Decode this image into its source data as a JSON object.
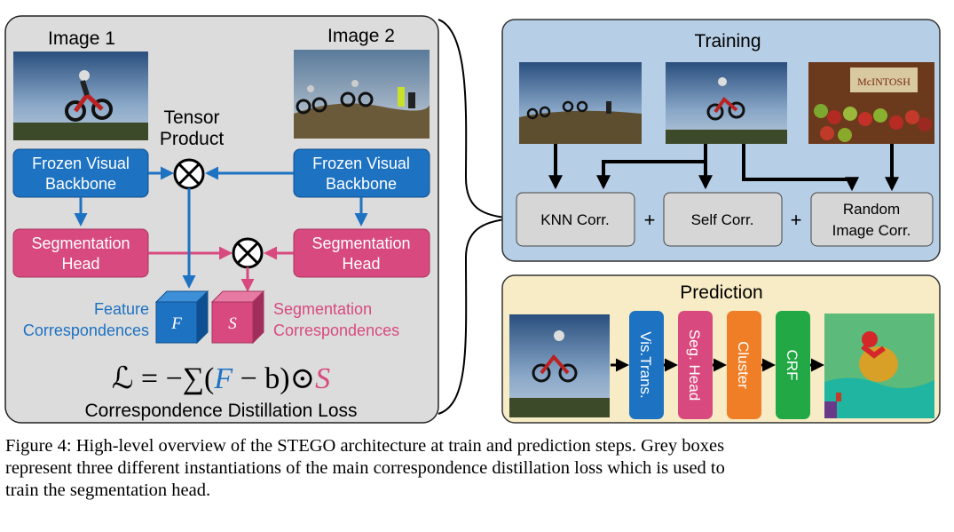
{
  "left_panel": {
    "image1_label": "Image 1",
    "image2_label": "Image 2",
    "tensor_product_line1": "Tensor",
    "tensor_product_line2": "Product",
    "frozen_backbone_line1": "Frozen Visual",
    "frozen_backbone_line2": "Backbone",
    "seg_head_line1": "Segmentation",
    "seg_head_line2": "Head",
    "feature_corr_line1": "Feature",
    "feature_corr_line2": "Correspondences",
    "seg_corr_line1": "Segmentation",
    "seg_corr_line2": "Correspondences",
    "cube_f": "F",
    "cube_s": "S",
    "loss_prefix": "ℒ = −∑(",
    "loss_f": "F",
    "loss_mid": " − b)⊙",
    "loss_s": "S",
    "loss_caption": "Correspondence Distillation Loss"
  },
  "training": {
    "title": "Training",
    "knn": "KNN Corr.",
    "plus": "+",
    "self": "Self Corr.",
    "random_line1": "Random",
    "random_line2": "Image Corr.",
    "sign_text": "McINTOSH"
  },
  "prediction": {
    "title": "Prediction",
    "steps": [
      "Vis.Trans.",
      "Seg. Head",
      "Cluster",
      "CRF"
    ]
  },
  "colors": {
    "blue": "#1d72c2",
    "pink": "#d84a7f",
    "orange": "#f07e27",
    "green": "#22a845",
    "left_bg": "#dcdcdc",
    "training_bg": "#b7cfe6",
    "prediction_bg": "#f7ecc5",
    "grey_box": "#d6d6d6"
  },
  "caption": {
    "line1": "Figure 4: High-level overview of the STEGO architecture at train and prediction steps. Grey boxes",
    "line2": "represent three different instantiations of the main correspondence distillation loss which is used to",
    "line3": "train the segmentation head."
  }
}
